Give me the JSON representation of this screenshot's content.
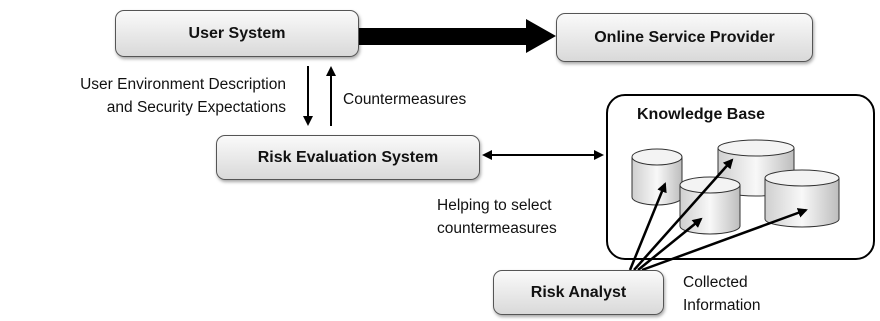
{
  "nodes": {
    "user_system": "User System",
    "online_service_provider": "Online Service Provider",
    "risk_evaluation_system": "Risk Evaluation System",
    "knowledge_base": "Knowledge Base",
    "risk_analyst": "Risk Analyst"
  },
  "edge_labels": {
    "env_desc_line1": "User Environment Description",
    "env_desc_line2": "and Security Expectations",
    "countermeasures": "Countermeasures",
    "helping_line1": "Helping to select",
    "helping_line2": "countermeasures",
    "collected_line1": "Collected",
    "collected_line2": "Information"
  }
}
